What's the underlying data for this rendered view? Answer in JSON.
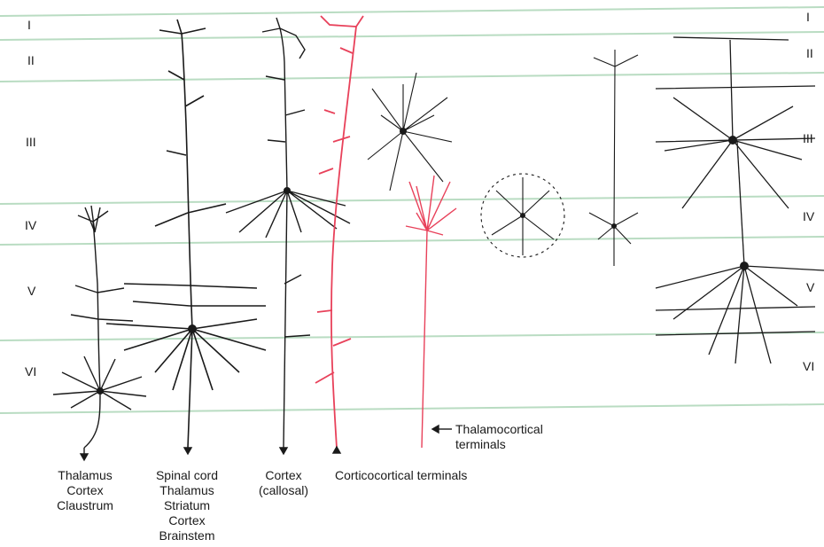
{
  "layers_left": [
    "I",
    "II",
    "III",
    "IV",
    "V",
    "VI"
  ],
  "layers_right": [
    "I",
    "II",
    "III",
    "IV",
    "V",
    "VI"
  ],
  "targets": {
    "col1": [
      "Thalamus",
      "Cortex",
      "Claustrum"
    ],
    "col2": [
      "Spinal cord",
      "Thalamus",
      "Striatum",
      "Cortex",
      "Brainstem"
    ],
    "col3": [
      "Cortex",
      "(callosal)"
    ]
  },
  "corticocortical_label": "Corticocortical terminals",
  "thalamocortical_label": [
    "Thalamocortical",
    "terminals"
  ],
  "colors": {
    "neuron": "#1a1a1a",
    "afferent": "#e8415a",
    "layer_line": "#b9dcc2"
  }
}
